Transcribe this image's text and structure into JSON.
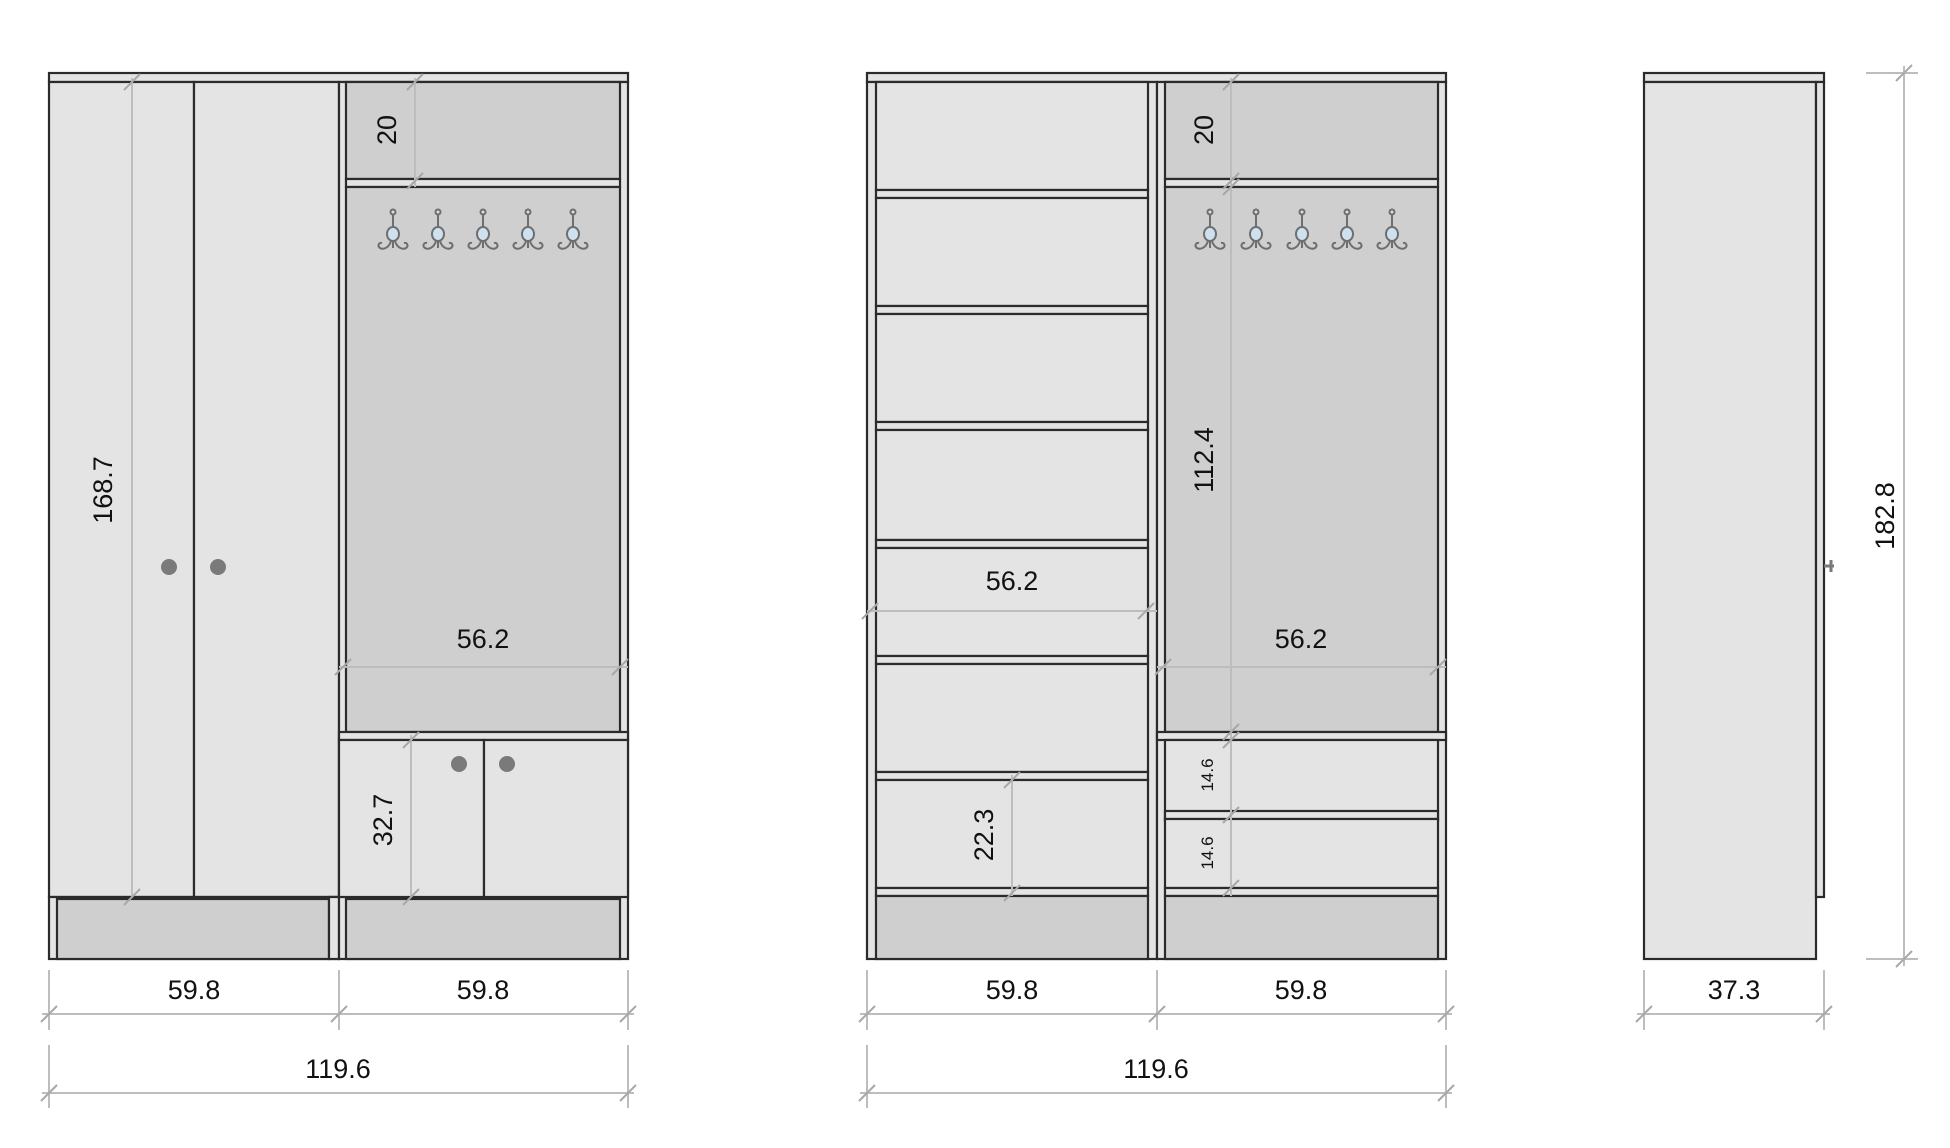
{
  "drawing": {
    "units": "cm",
    "views": [
      {
        "name": "front-view-closed",
        "dimensions": {
          "tall_door_height": "168.7",
          "top_shelf_height": "20",
          "open_width": "56.2",
          "lower_door_height": "32.7",
          "left_width": "59.8",
          "right_width": "59.8",
          "total_width": "119.6"
        },
        "hooks": 5
      },
      {
        "name": "front-view-open",
        "dimensions": {
          "top_shelf_height": "20",
          "hanging_height": "112.4",
          "shelf_width": "56.2",
          "open_width": "56.2",
          "bottom_shelf_height": "22.3",
          "drawer_1_height": "14.6",
          "drawer_2_height": "14.6",
          "left_width": "59.8",
          "right_width": "59.8",
          "total_width": "119.6"
        },
        "hooks": 5
      },
      {
        "name": "side-view",
        "dimensions": {
          "depth": "37.3",
          "total_height": "182.8"
        }
      }
    ],
    "colors": {
      "outline": "#2b2b2b",
      "panel_light": "#e4e4e4",
      "panel_mid": "#cfcfcf",
      "dimension_line": "#bdbdbd",
      "knob": "#7a7a7a",
      "hook_ball": "#cfe0ef"
    }
  }
}
